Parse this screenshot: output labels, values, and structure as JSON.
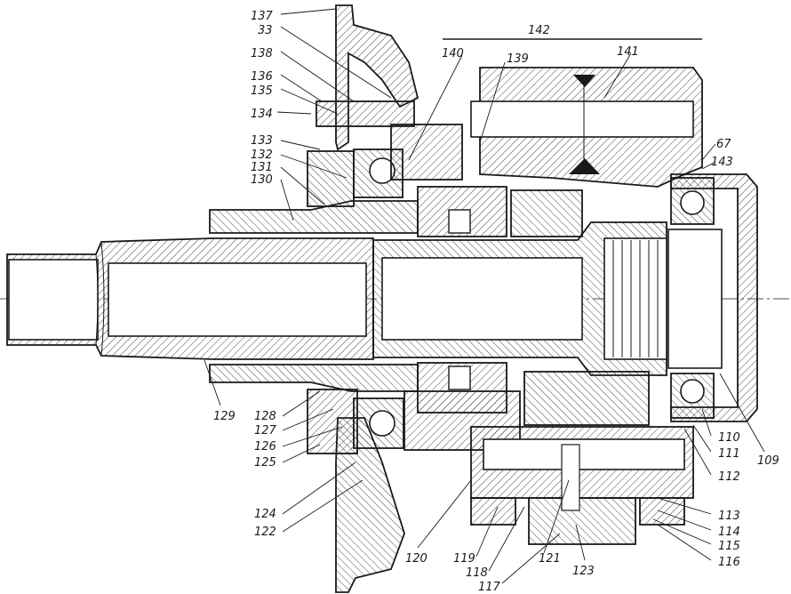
{
  "labels": {
    "top_left": [
      "137",
      "33",
      "138",
      "136",
      "135",
      "134",
      "133",
      "132",
      "131",
      "130"
    ],
    "top_center": [
      "140",
      "139",
      "142",
      "141"
    ],
    "right_top": [
      "67",
      "143"
    ],
    "left_bottom": [
      "129",
      "128",
      "127",
      "126",
      "125",
      "124",
      "122"
    ],
    "bottom": [
      "120",
      "119",
      "118",
      "117",
      "121",
      "123"
    ],
    "right_bottom": [
      "110",
      "111",
      "112",
      "113",
      "114",
      "115",
      "116",
      "109"
    ]
  }
}
